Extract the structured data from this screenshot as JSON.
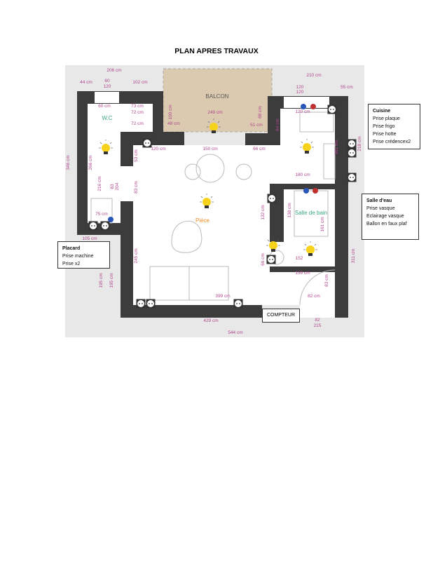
{
  "title": "PLAN APRES TRAVAUX",
  "rooms": {
    "balcony": "BALCON",
    "wc": "W.C",
    "main_room": "Pièce",
    "bathroom": "Salle de bain"
  },
  "meter": "COMPTEUR",
  "legends": {
    "kitchen": {
      "title": "Cuisine",
      "items": [
        "Prise plaque",
        "Prise frigo",
        "Prise hotte",
        "Prise crédencex2"
      ]
    },
    "bathroom": {
      "title": "Salle d'eau",
      "items": [
        "Prise vasque",
        "Eclairage vasque",
        "Ballon en faux plaf"
      ]
    },
    "closet": {
      "title": "Placard",
      "items": [
        "Prise machine",
        "Prise x2"
      ]
    }
  },
  "dimensions": [
    "206 cm",
    "44 cm",
    "60",
    "120",
    "102 cm",
    "100 cm",
    "249 cm",
    "48 cm",
    "51 cm",
    "88 cm",
    "210 cm",
    "120",
    "120",
    "55 cm",
    "60 cm",
    "73 cm",
    "72 cm",
    "72 cm",
    "120 cm",
    "150 cm",
    "66 cm",
    "53 cm",
    "83 cm",
    "266 cm",
    "216 cm",
    "83",
    "204",
    "346 cm",
    "75 cm",
    "105 cm",
    "195 cm",
    "195 cm",
    "245 cm",
    "399 cm",
    "429 cm",
    "544 cm",
    "82 cm",
    "82",
    "215",
    "83 cm",
    "311 cm",
    "159 cm",
    "152",
    "66 cm",
    "132 cm",
    "138 cm",
    "161 cm",
    "180 cm",
    "181 cm",
    "218 cm",
    "120 cm",
    "84 cm"
  ],
  "colors": {
    "wall": "#3c3c3c",
    "balcony": "#dccab0",
    "dimension": "#b0478f",
    "background": "#e8e8e8",
    "bathroom_label": "#3aa888",
    "room_label": "#f08a1c",
    "bulb": "#f7d21b"
  }
}
